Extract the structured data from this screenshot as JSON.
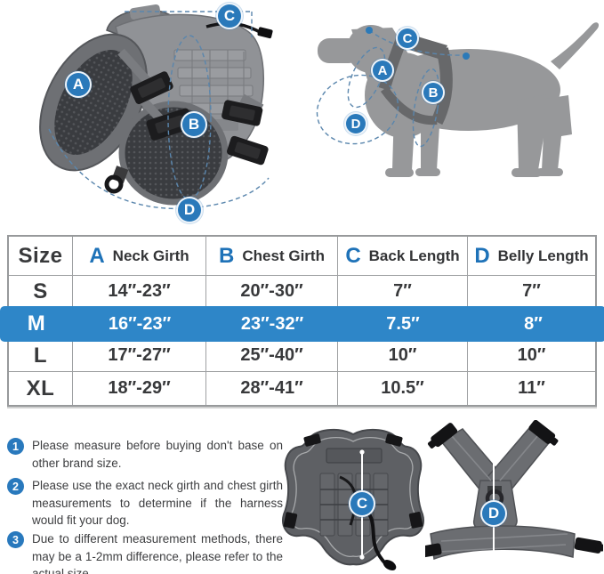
{
  "colors": {
    "accent_blue": "#1e72b8",
    "highlight_row_blue": "#2e86c8",
    "label_circle_blue": "#2a79ba",
    "dashed_line_blue": "#5a86ad"
  },
  "side_view_diagram": {
    "labels": {
      "a": "A",
      "b": "B",
      "c": "C",
      "d": "D"
    }
  },
  "dog_diagram": {
    "labels": {
      "a": "A",
      "b": "B",
      "c": "C",
      "d": "D"
    }
  },
  "size_chart": {
    "header": {
      "size": "Size",
      "neck": {
        "letter": "A",
        "label": "Neck Girth"
      },
      "chest": {
        "letter": "B",
        "label": "Chest Girth"
      },
      "back": {
        "letter": "C",
        "label": "Back Length"
      },
      "belly": {
        "letter": "D",
        "label": "Belly Length"
      }
    },
    "rows": [
      {
        "size": "S",
        "neck": "14″-23″",
        "chest": "20″-30″",
        "back": "7″",
        "belly": "7″"
      },
      {
        "size": "M",
        "neck": "16″-23″",
        "chest": "23″-32″",
        "back": "7.5″",
        "belly": "8″"
      },
      {
        "size": "L",
        "neck": "17″-27″",
        "chest": "25″-40″",
        "back": "10″",
        "belly": "10″"
      },
      {
        "size": "XL",
        "neck": "18″-29″",
        "chest": "28″-41″",
        "back": "10.5″",
        "belly": "11″"
      }
    ],
    "highlighted_row": "M"
  },
  "notes": [
    {
      "number": "1",
      "text": "Please measure before buying don't base on other brand size."
    },
    {
      "number": "2",
      "text": "Please use the exact neck girth and chest girth measurements to determine if the harness would fit your dog."
    },
    {
      "number": "3",
      "text": "Due to different measurement methods, there may be a 1-2mm difference, please refer to the actual size."
    }
  ],
  "bottom_diagrams": {
    "back_view_label": "C",
    "belly_view_label": "D"
  }
}
